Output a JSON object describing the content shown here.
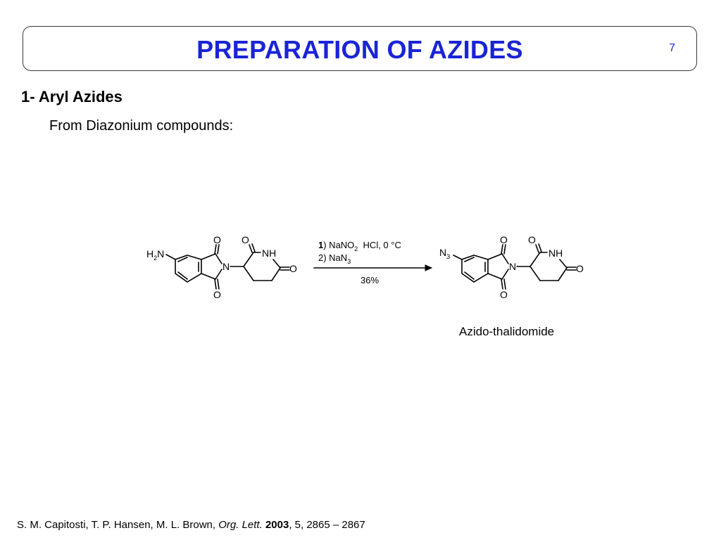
{
  "slide": {
    "title": "PREPARATION OF AZIDES",
    "page_number": "7"
  },
  "section": {
    "heading": "1- Aryl Azides",
    "subheading": "From Diazonium compounds:"
  },
  "scheme": {
    "reactant": {
      "substituent_label": "H",
      "substituent_sub": "2",
      "substituent_tail": "N"
    },
    "conditions": {
      "step1_num": "1",
      "step1_reagent": ") NaNO",
      "step1_sub": "2",
      "step1_rest": "  HCl, 0 °C",
      "step2_reagent": "2) NaN",
      "step2_sub": "3",
      "yield": "36%"
    },
    "product": {
      "substituent_label": "N",
      "substituent_sub": "3"
    },
    "atom_labels": {
      "oxygen": "O",
      "nitrogen": "N",
      "nh": "NH"
    },
    "product_name": "Azido-thalidomide"
  },
  "reference": {
    "authors": "S. M. Capitosti, T. P. Hansen, M. L. Brown, ",
    "journal": "Org. Lett.",
    "year": "2003",
    "rest": ", 5, 2865 – 2867"
  }
}
